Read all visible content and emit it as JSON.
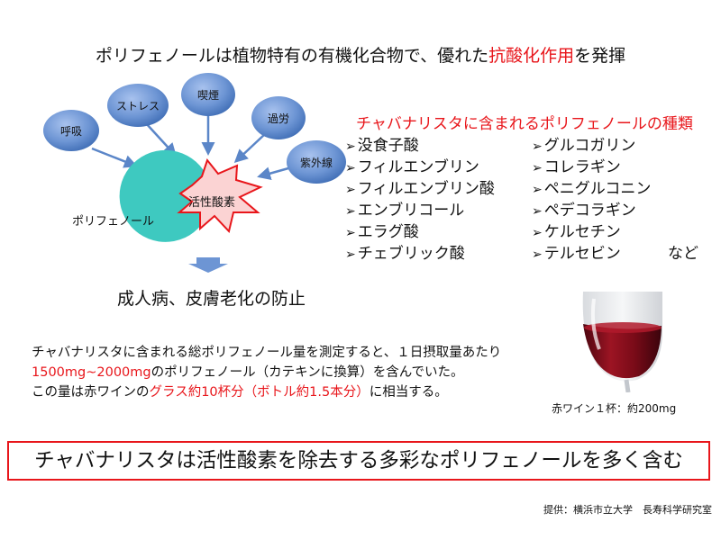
{
  "title": {
    "prefix": "ポリフェノールは植物特有の有機化合物で、優れた",
    "highlight": "抗酸化作用",
    "suffix": "を発揮"
  },
  "diagram": {
    "factors": [
      "呼吸",
      "ストレス",
      "喫煙",
      "過労",
      "紫外線"
    ],
    "polyphenol_label": "ポリフェノール",
    "reactive_oxygen_label": "活性酸素",
    "result": "成人病、皮膚老化の防止",
    "colors": {
      "bubble": "#5b86c8",
      "polyphenol": "#3ec9c0",
      "burst": "#fbd3d3",
      "burst_stroke": "#e8161b",
      "arrow": "#5b86c8"
    }
  },
  "polyphenol_types": {
    "heading": "チャバナリスタに含まれるポリフェノールの種類",
    "marker": "➢",
    "left_column": [
      "没食子酸",
      "フィルエンブリン",
      "フィルエンブリン酸",
      "エンブリコール",
      "エラグ酸",
      "チェブリック酸"
    ],
    "right_column": [
      "グルコガリン",
      "コレラギン",
      "ペニグルコニン",
      "ペデコラギン",
      "ケルセチン",
      "テルセビン"
    ],
    "etc": "など"
  },
  "measurement": {
    "line1": "チャバナリスタに含まれる総ポリフェノール量を測定すると、１日摂取量あたり",
    "line2_highlight": "1500mg~2000mg",
    "line2_rest": "のポリフェノール（カテキンに換算）を含んでいた。",
    "line3_prefix": "この量は赤ワインの",
    "line3_highlight": "グラス約10杯分（ボトル約1.5本分）",
    "line3_suffix": "に相当する。"
  },
  "wine": {
    "caption": "赤ワイン１杯：約200mg",
    "colors": {
      "wine": "#8a0f1c",
      "glass": "#cfd3d8"
    }
  },
  "conclusion": "チャバナリスタは活性酸素を除去する多彩なポリフェノールを多く含む",
  "credit": "提供：横浜市立大学　長寿科学研究室"
}
